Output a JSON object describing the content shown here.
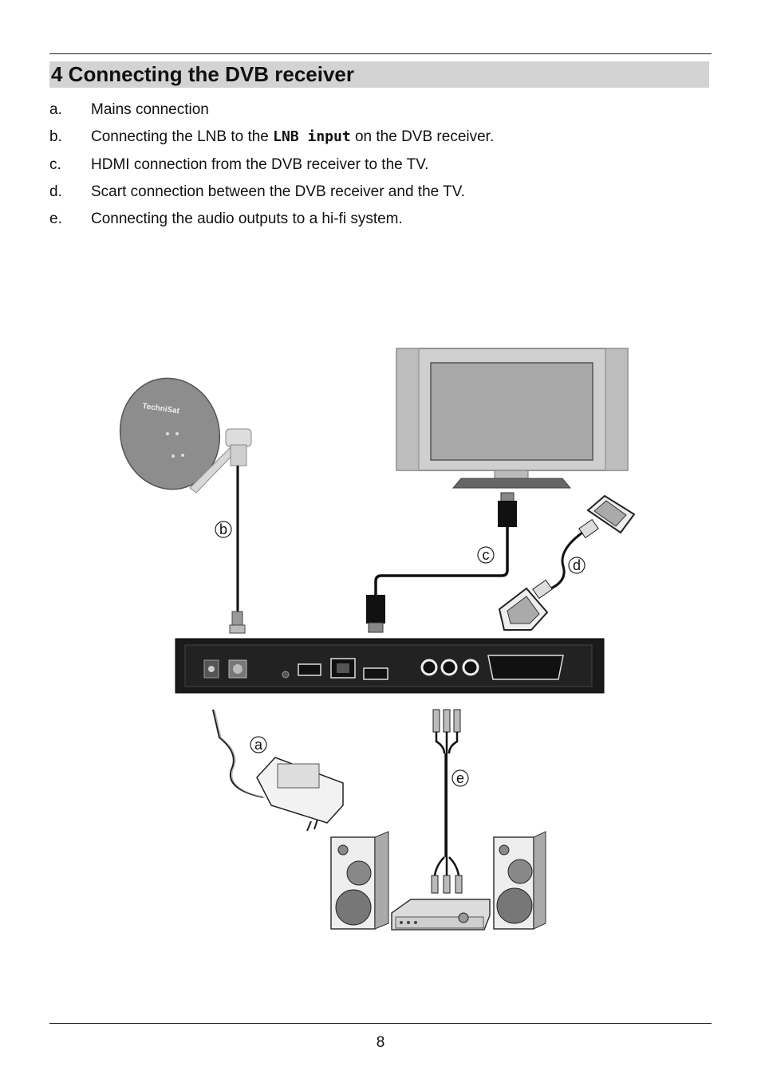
{
  "heading": "4 Connecting the DVB receiver",
  "items": [
    {
      "letter": "a.",
      "text": "Mains connection"
    },
    {
      "letter": "b.",
      "pre": "Connecting the LNB to the ",
      "bold": "LNB input",
      "post": " on the DVB receiver."
    },
    {
      "letter": "c.",
      "text": "HDMI connection from the DVB receiver to the TV."
    },
    {
      "letter": "d.",
      "text": "Scart connection between the DVB receiver and the TV."
    },
    {
      "letter": "e.",
      "text": "Connecting the audio outputs to a hi-fi system."
    }
  ],
  "diagram": {
    "callouts": {
      "a": "a",
      "b": "b",
      "c": "c",
      "d": "d",
      "e": "e"
    },
    "dish_logo": "TechniSat"
  },
  "page_number": "8"
}
